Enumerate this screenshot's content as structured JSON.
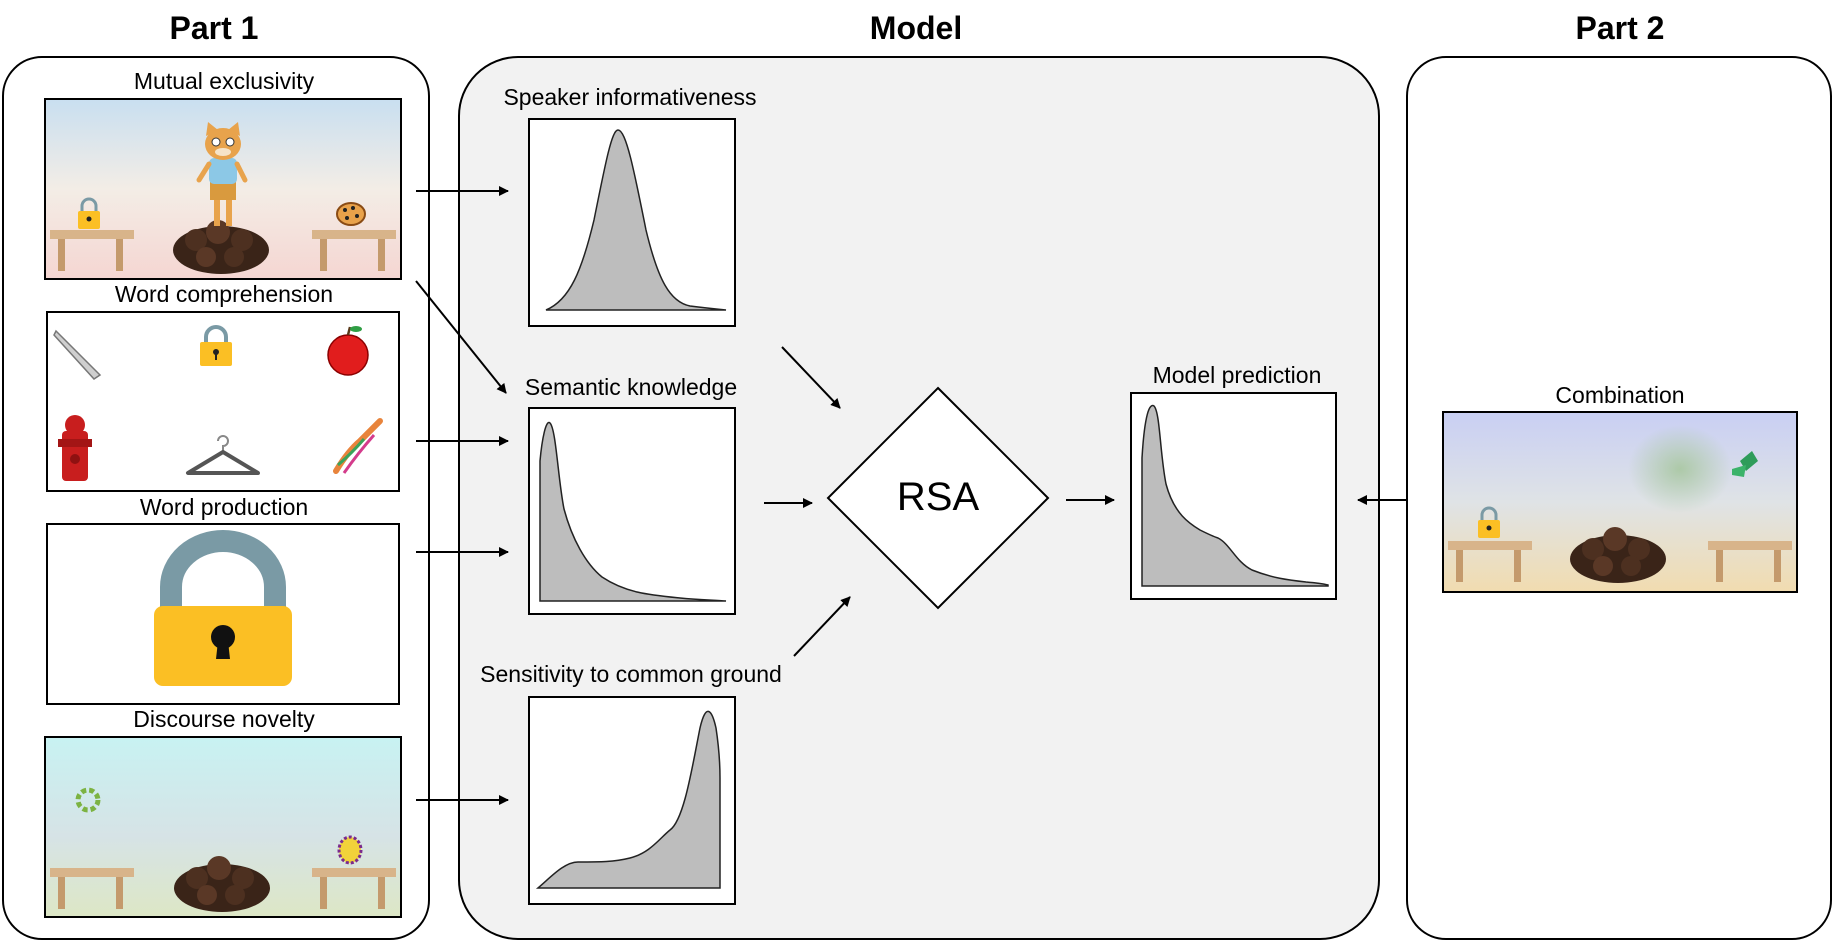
{
  "sections": {
    "part1": "Part 1",
    "model": "Model",
    "part2": "Part 2"
  },
  "part1": {
    "tasks": [
      {
        "label": "Mutual exclusivity"
      },
      {
        "label": "Word comprehension"
      },
      {
        "label": "Word production"
      },
      {
        "label": "Discourse novelty"
      }
    ]
  },
  "model": {
    "parameters": [
      {
        "label": "Speaker informativeness"
      },
      {
        "label": "Semantic knowledge"
      },
      {
        "label": "Sensitivity to common ground"
      }
    ],
    "core_label": "RSA",
    "output_label": "Model prediction"
  },
  "part2": {
    "task_label": "Combination"
  },
  "colors": {
    "density_fill": "#bdbdbd",
    "model_panel_bg": "#f2f2f2",
    "lock_body": "#fbbf24",
    "lock_shackle": "#7a9aa5"
  },
  "icons": {
    "comprehension_items": [
      "knife-icon",
      "lock-icon",
      "apple-icon",
      "fire-hydrant-icon",
      "hanger-icon",
      "rope-toy-icon"
    ]
  }
}
